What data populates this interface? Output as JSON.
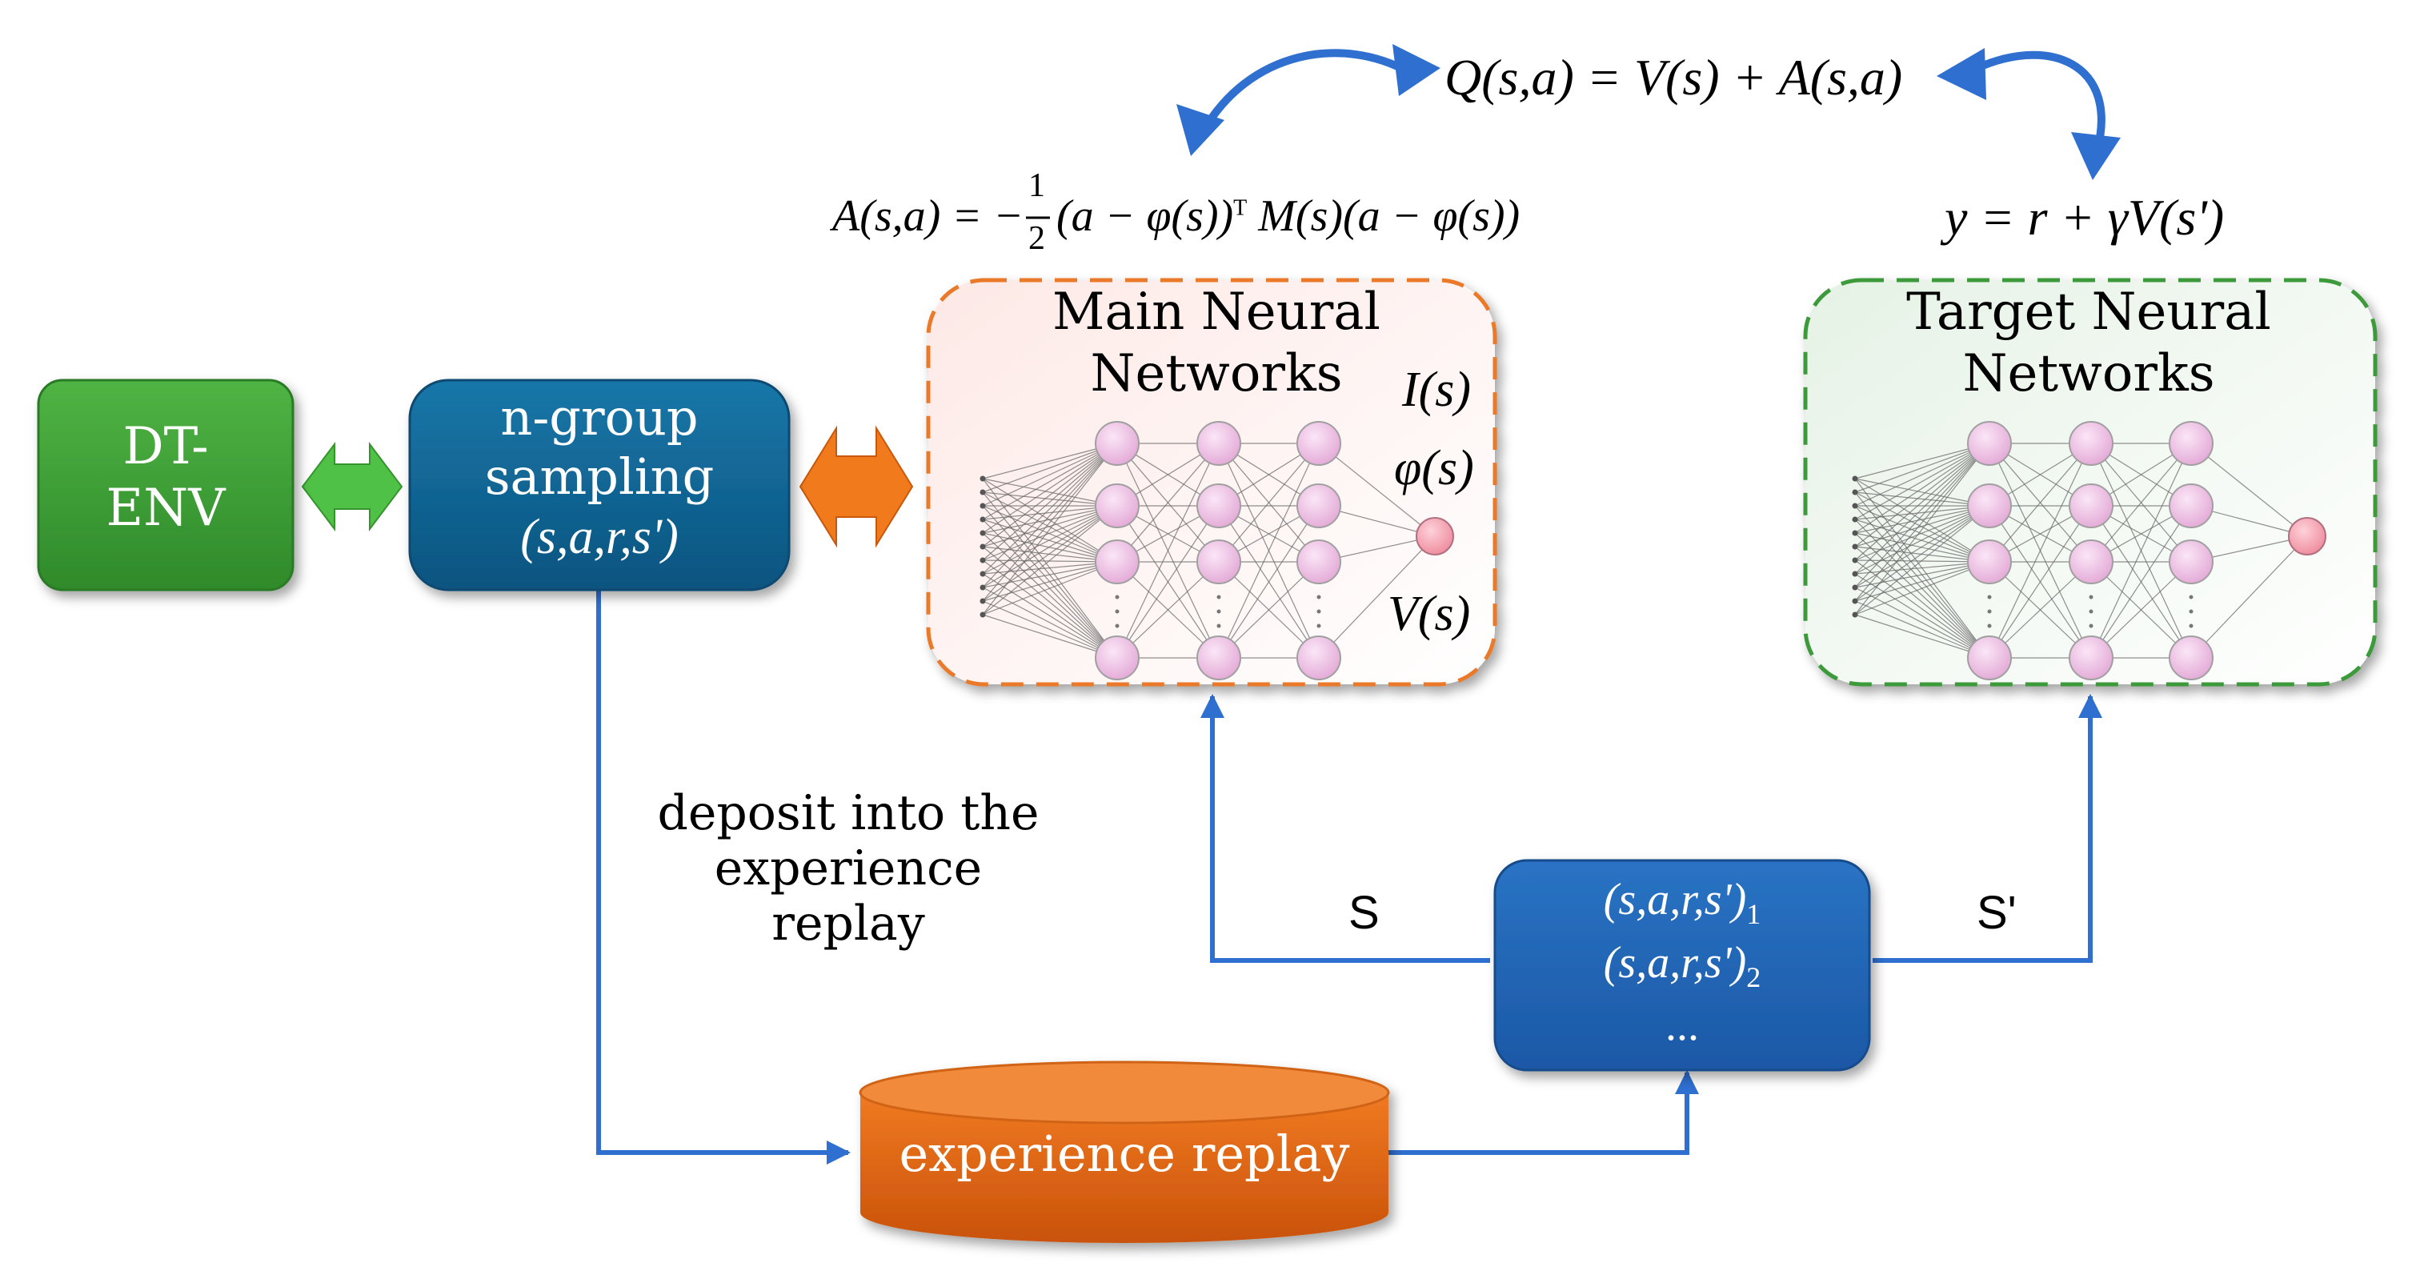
{
  "boxes": {
    "dt_env": {
      "line1": "DT-",
      "line2": "ENV"
    },
    "sampling": {
      "line1": "n-group",
      "line2": "sampling",
      "line3": "(s,a,r,s')"
    },
    "main_nn": {
      "title1": "Main Neural",
      "title2": "Networks"
    },
    "target_nn": {
      "title1": "Target Neural",
      "title2": "Networks"
    },
    "batch": {
      "row1": "(s,a,r,s')",
      "row1_sub": "1",
      "row2": "(s,a,r,s')",
      "row2_sub": "2",
      "row3": "..."
    },
    "replay": {
      "label": "experience replay"
    }
  },
  "outputs": {
    "i": "I(s)",
    "phi": "φ(s)",
    "v": "V(s)"
  },
  "equations": {
    "q": "Q(s,a) = V(s) + A(s,a)",
    "a_lhs": "A(s,a) = −",
    "a_frac_num": "1",
    "a_frac_den": "2",
    "a_rhs": "(a − φ(s))",
    "a_sup": "T",
    "a_rhs2": "M(s)(a − φ(s))",
    "y": "y = r + γV(s')"
  },
  "annotations": {
    "deposit1": "deposit into the",
    "deposit2": "experience replay",
    "s_label": "S",
    "sprime_label": "S'"
  },
  "colors": {
    "green": "#3e9a32",
    "blue_dark": "#0f5f8c",
    "blue_batch": "#1f63b3",
    "orange": "#e0620f",
    "arrow_blue": "#2f6fd0",
    "dash_orange": "#ea7a2c",
    "dash_green": "#3d9a3a",
    "neuron": "#f0c2e6",
    "output_neuron": "#f4a0b0"
  }
}
